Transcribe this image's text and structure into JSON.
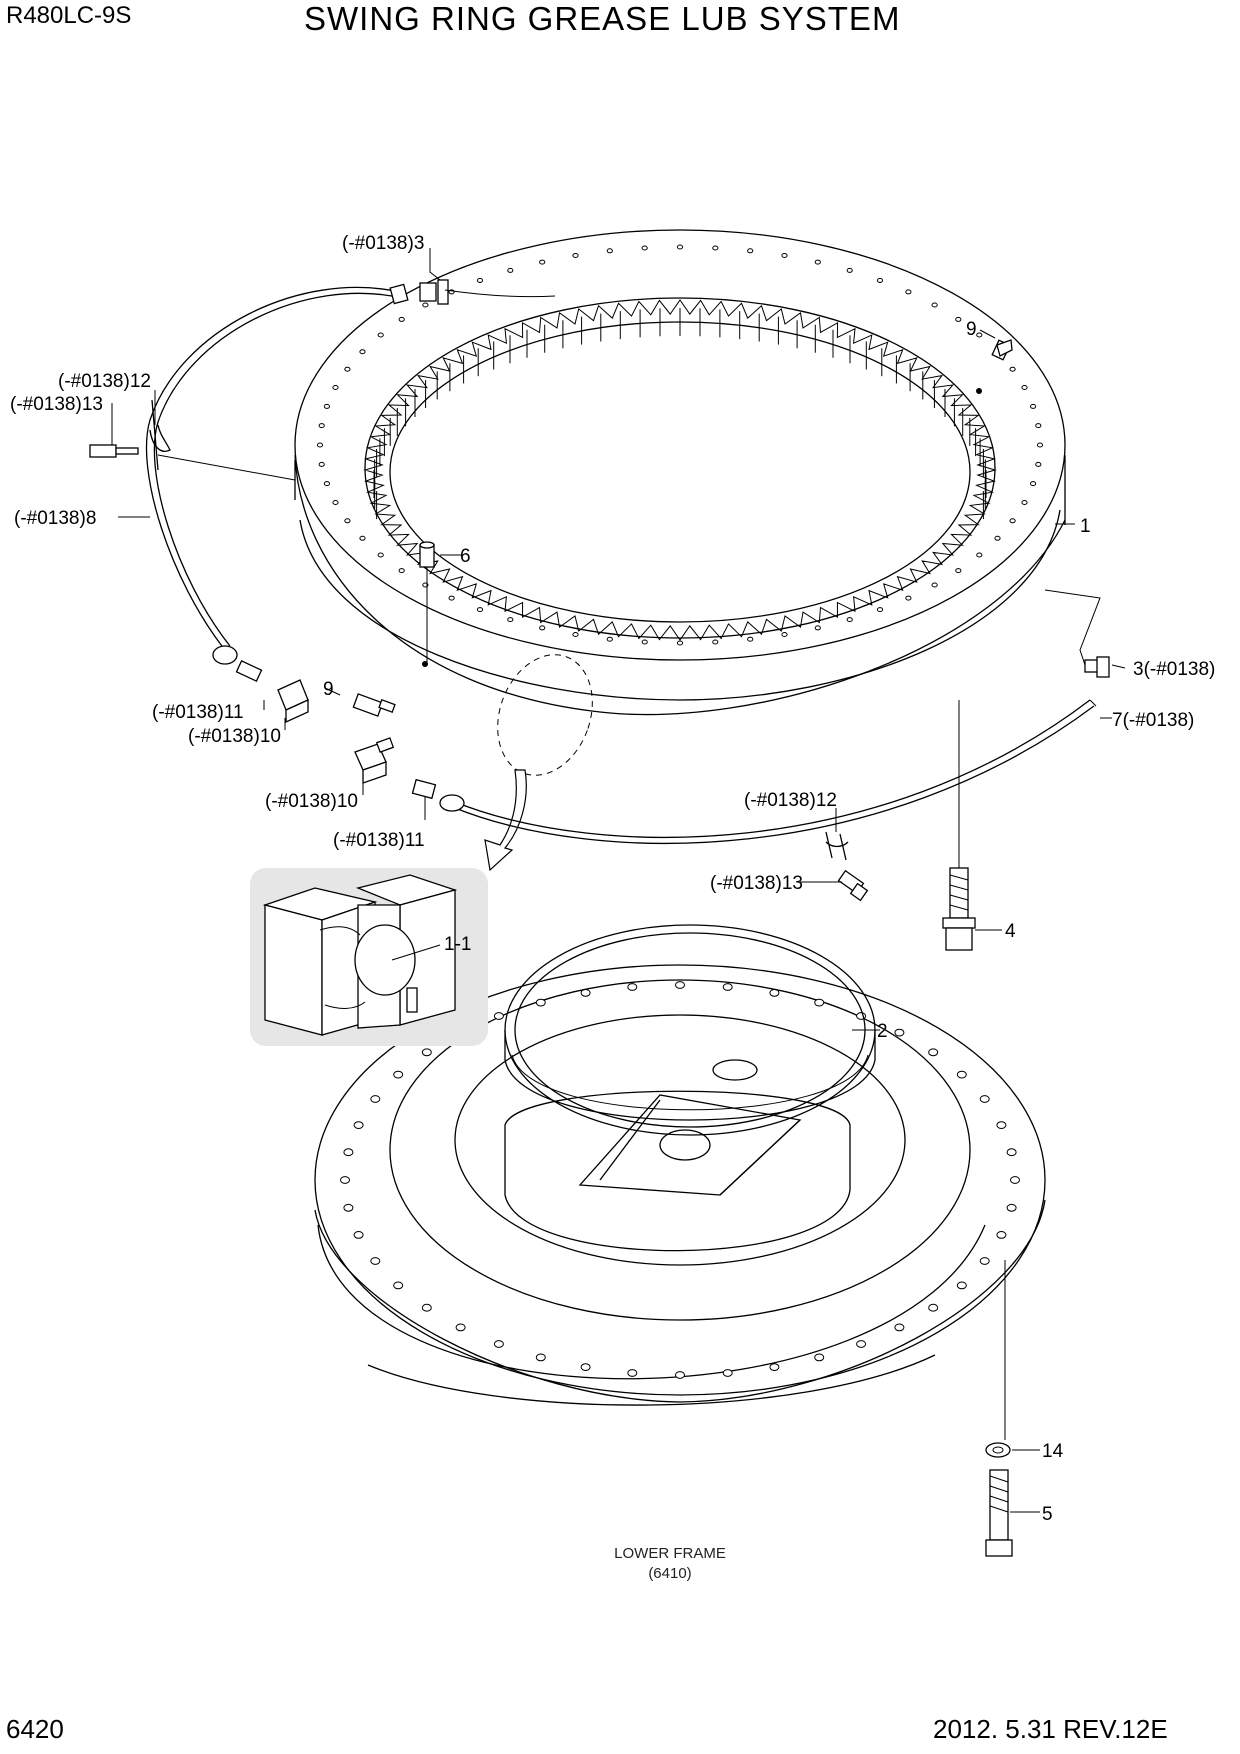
{
  "header": {
    "model": "R480LC-9S",
    "title": "SWING RING GREASE LUB SYSTEM"
  },
  "footer": {
    "page_number": "6420",
    "date_revision": "2012. 5.31  REV.12E"
  },
  "callouts": [
    {
      "id": "c3a",
      "text": "(-#0138)3"
    },
    {
      "id": "c9a",
      "text": "9"
    },
    {
      "id": "c12a",
      "text": "(-#0138)12"
    },
    {
      "id": "c13a",
      "text": "(-#0138)13"
    },
    {
      "id": "c8",
      "text": "(-#0138)8"
    },
    {
      "id": "c1",
      "text": "1"
    },
    {
      "id": "c6",
      "text": "6"
    },
    {
      "id": "c3b",
      "text": "3(-#0138)"
    },
    {
      "id": "c7",
      "text": "7(-#0138)"
    },
    {
      "id": "c11a",
      "text": "(-#0138)11"
    },
    {
      "id": "c10a",
      "text": "(-#0138)10"
    },
    {
      "id": "c9b",
      "text": "9"
    },
    {
      "id": "c10b",
      "text": "(-#0138)10"
    },
    {
      "id": "c11b",
      "text": "(-#0138)11"
    },
    {
      "id": "c12b",
      "text": "(-#0138)12"
    },
    {
      "id": "c13b",
      "text": "(-#0138)13"
    },
    {
      "id": "c4",
      "text": "4"
    },
    {
      "id": "c1-1",
      "text": "1-1"
    },
    {
      "id": "c2",
      "text": "2"
    },
    {
      "id": "c14",
      "text": "14"
    },
    {
      "id": "c5",
      "text": "5"
    }
  ],
  "lower_frame": {
    "label": "LOWER FRAME",
    "ref": "(6410)"
  }
}
